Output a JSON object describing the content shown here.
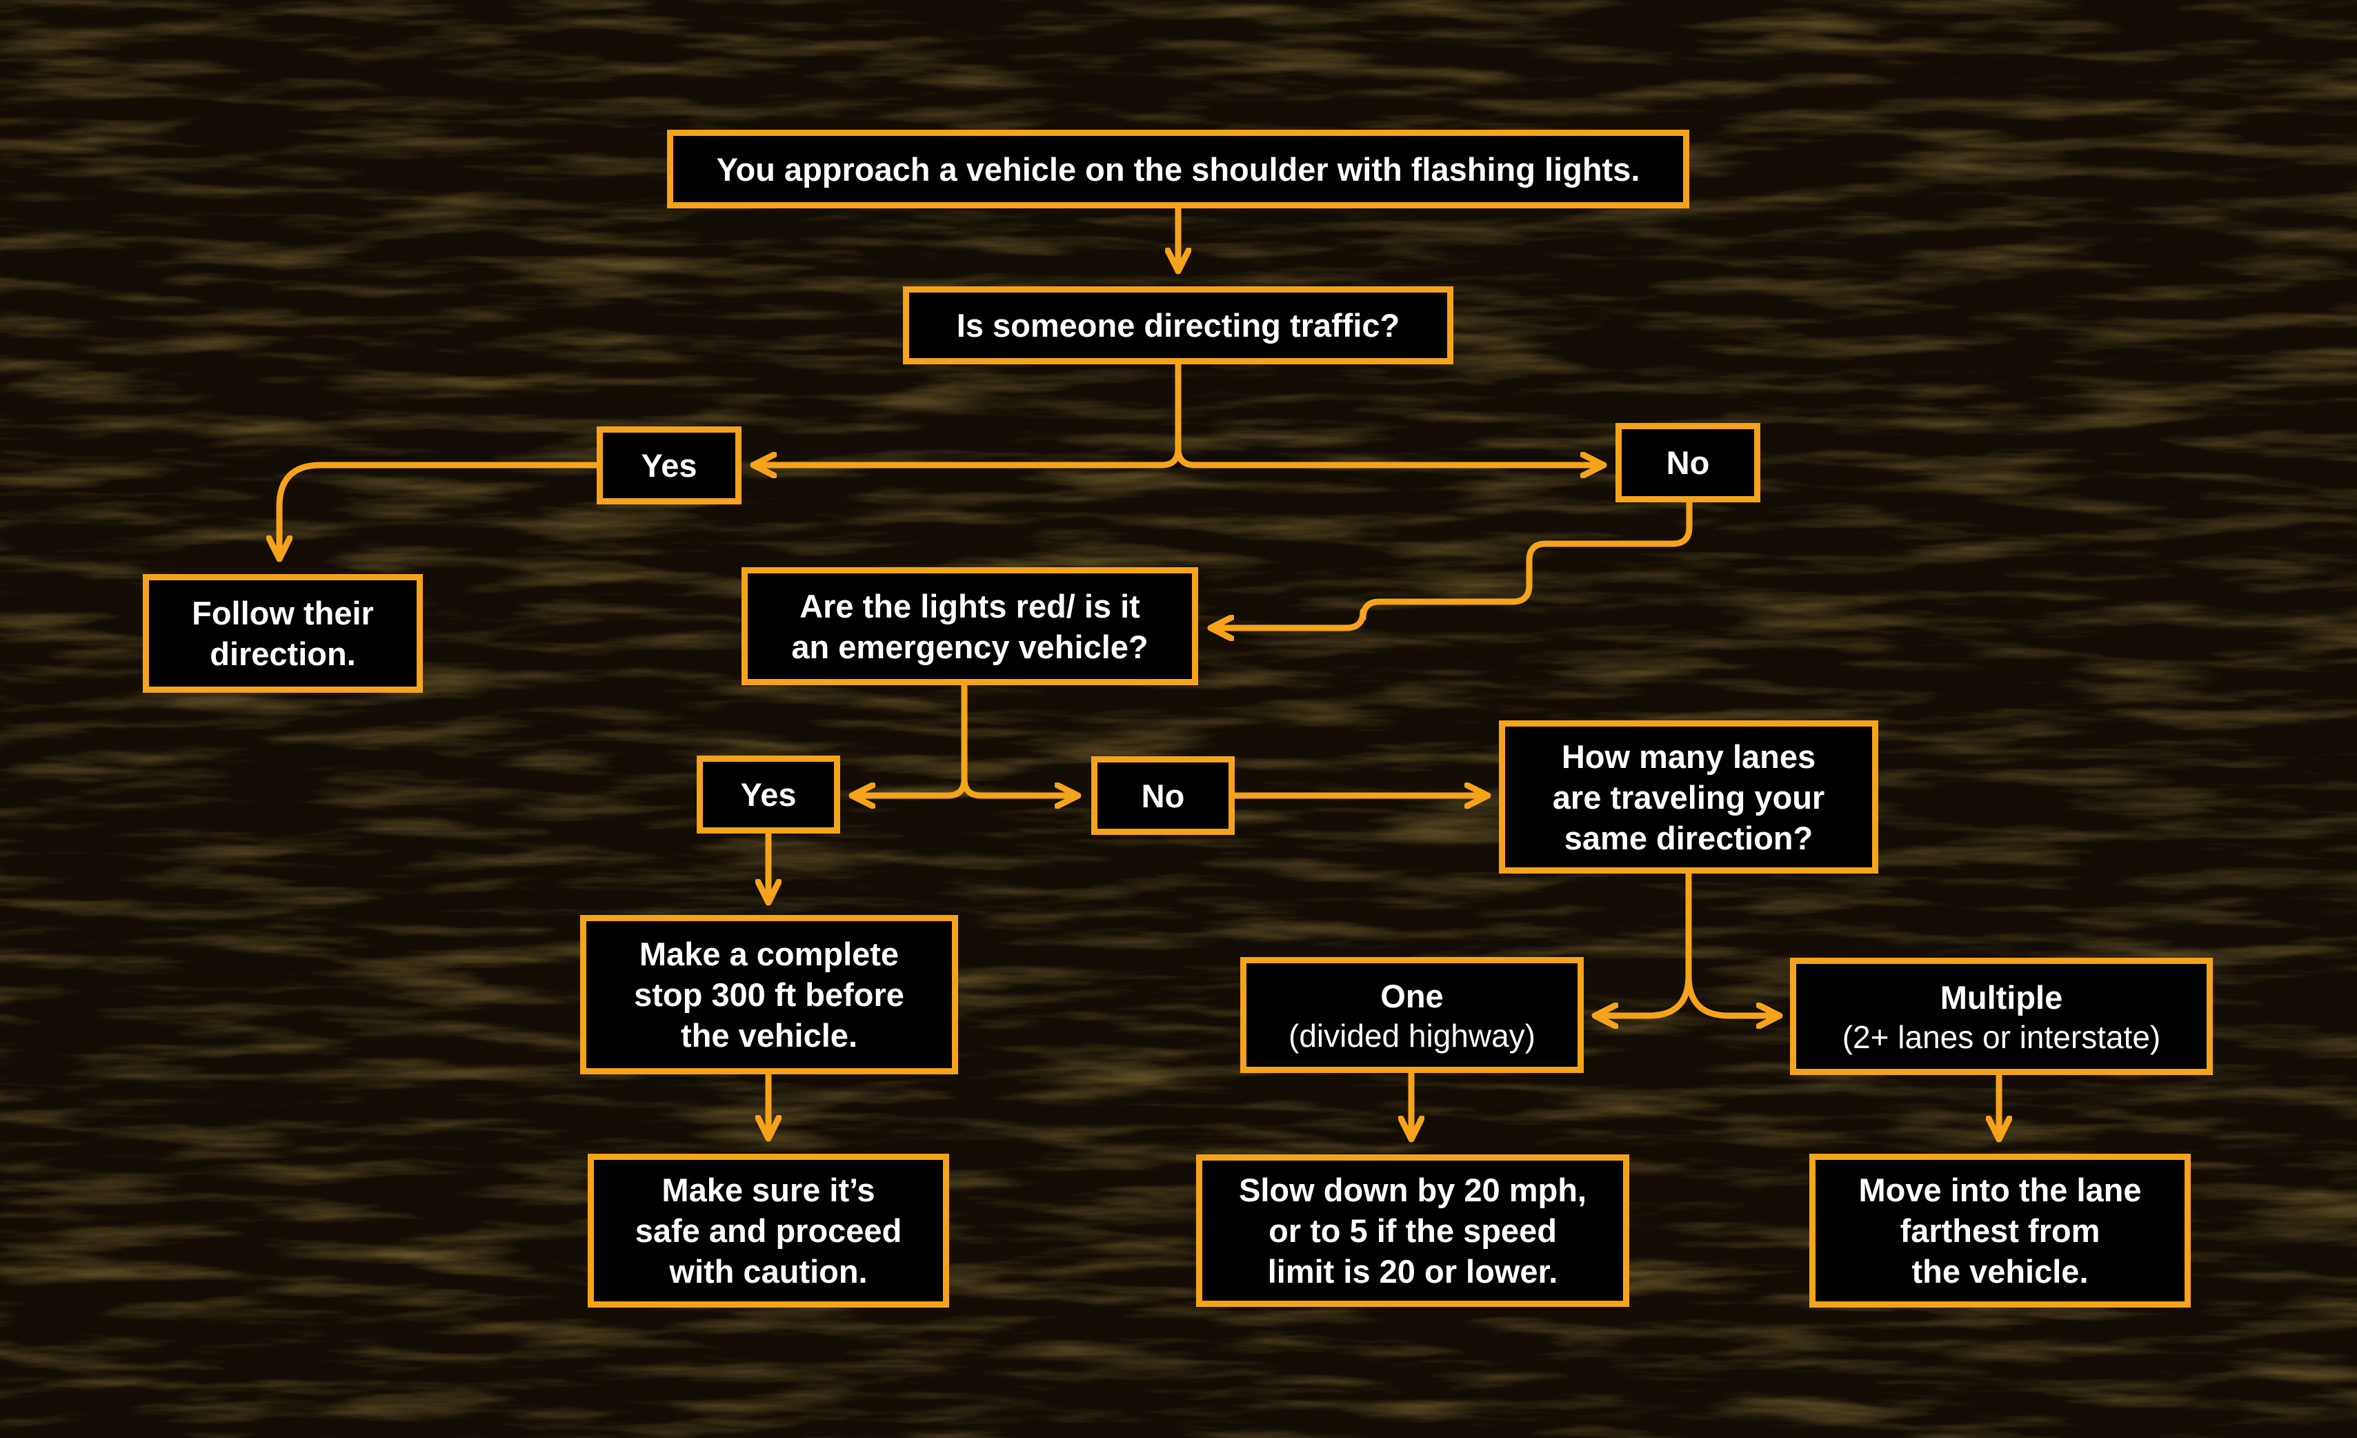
{
  "colors": {
    "accent": "#f5a31a",
    "background": "#1a1207",
    "box_fill": "#000000",
    "text": "#ffffff"
  },
  "nodes": {
    "start": {
      "text": "You approach a vehicle on the shoulder with flashing lights."
    },
    "directing": {
      "text": "Is someone directing traffic?"
    },
    "directing_yes": {
      "text": "Yes"
    },
    "directing_no": {
      "text": "No"
    },
    "follow": {
      "lines": [
        "Follow their",
        "direction."
      ]
    },
    "lights": {
      "lines": [
        "Are the lights red/ is it",
        "an emergency vehicle?"
      ]
    },
    "lights_yes": {
      "text": "Yes"
    },
    "lights_no": {
      "text": "No"
    },
    "stop": {
      "lines": [
        "Make a complete",
        "stop 300 ft before",
        "the vehicle."
      ]
    },
    "safe": {
      "lines": [
        "Make sure it’s",
        "safe and proceed",
        "with caution."
      ]
    },
    "lanes": {
      "lines": [
        "How many lanes",
        "are traveling your",
        "same direction?"
      ]
    },
    "one": {
      "title": "One",
      "subtitle": "(divided highway)"
    },
    "multiple": {
      "title": "Multiple",
      "subtitle": "(2+ lanes or interstate)"
    },
    "slow": {
      "lines": [
        "Slow down by 20 mph,",
        "or to 5 if the speed",
        "limit is 20 or lower."
      ]
    },
    "move": {
      "lines": [
        "Move into the lane",
        "farthest from",
        "the vehicle."
      ]
    }
  },
  "edges": [
    {
      "from": "start",
      "to": "directing"
    },
    {
      "from": "directing",
      "to": "directing_yes"
    },
    {
      "from": "directing",
      "to": "directing_no"
    },
    {
      "from": "directing_yes",
      "to": "follow"
    },
    {
      "from": "directing_no",
      "to": "lights"
    },
    {
      "from": "lights",
      "to": "lights_yes"
    },
    {
      "from": "lights",
      "to": "lights_no"
    },
    {
      "from": "lights_yes",
      "to": "stop"
    },
    {
      "from": "stop",
      "to": "safe"
    },
    {
      "from": "lights_no",
      "to": "lanes"
    },
    {
      "from": "lanes",
      "to": "one"
    },
    {
      "from": "lanes",
      "to": "multiple"
    },
    {
      "from": "one",
      "to": "slow"
    },
    {
      "from": "multiple",
      "to": "move"
    }
  ]
}
